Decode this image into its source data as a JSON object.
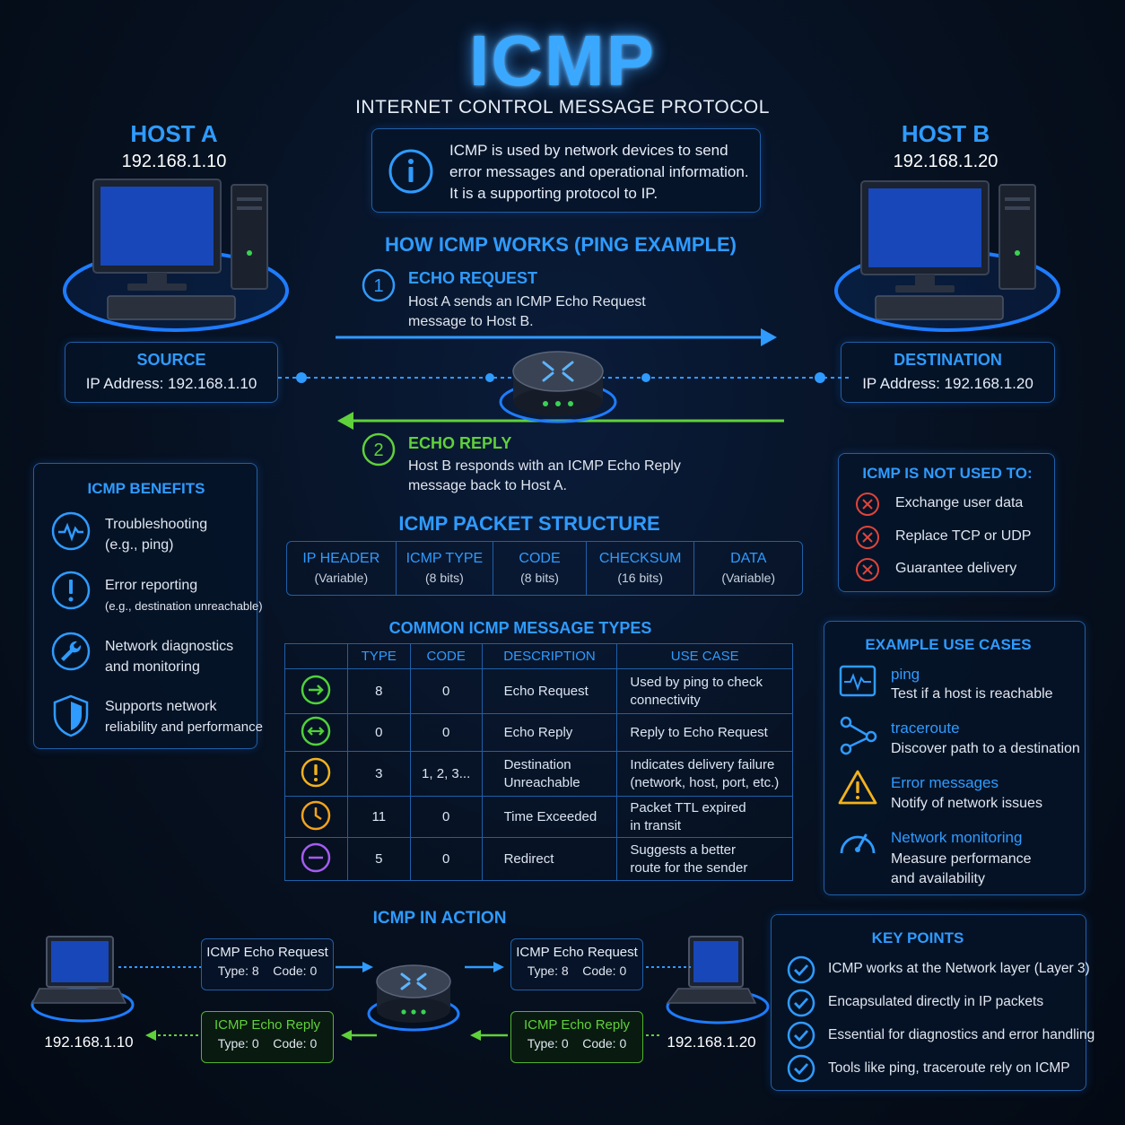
{
  "header": {
    "title": "ICMP",
    "subtitle": "INTERNET CONTROL MESSAGE PROTOCOL"
  },
  "info": {
    "line1": "ICMP is used by network devices to send",
    "line2": "error messages and operational information.",
    "line3": "It is a supporting protocol to IP."
  },
  "host_a": {
    "name": "HOST A",
    "ip": "192.168.1.10",
    "role": "SOURCE",
    "ip_label": "IP Address:  192.168.1.10"
  },
  "host_b": {
    "name": "HOST B",
    "ip": "192.168.1.20",
    "role": "DESTINATION",
    "ip_label": "IP Address:   192.168.1.20"
  },
  "how": {
    "title": "HOW ICMP WORKS (PING EXAMPLE)",
    "step1": {
      "num": "1",
      "title": "ECHO REQUEST",
      "line1": "Host A sends an ICMP Echo Request",
      "line2": "message to Host B."
    },
    "step2": {
      "num": "2",
      "title": "ECHO REPLY",
      "line1": "Host B responds with an ICMP Echo Reply",
      "line2": "message back to Host A."
    }
  },
  "benefits": {
    "title": "ICMP BENEFITS",
    "items": [
      {
        "icon": "pulse-icon",
        "line1": "Troubleshooting",
        "line2": "(e.g., ping)"
      },
      {
        "icon": "exclamation-icon",
        "line1": "Error reporting",
        "line2": "(e.g., destination unreachable)"
      },
      {
        "icon": "wrench-icon",
        "line1": "Network diagnostics",
        "line2": "and monitoring"
      },
      {
        "icon": "shield-icon",
        "line1": "Supports network",
        "line2": "reliability and performance"
      }
    ]
  },
  "not_used": {
    "title": "ICMP IS NOT USED TO:",
    "items": [
      "Exchange user data",
      "Replace TCP or UDP",
      "Guarantee delivery"
    ]
  },
  "packet": {
    "title": "ICMP PACKET STRUCTURE",
    "fields": [
      {
        "name": "IP HEADER",
        "size": "(Variable)"
      },
      {
        "name": "ICMP TYPE",
        "size": "(8 bits)"
      },
      {
        "name": "CODE",
        "size": "(8 bits)"
      },
      {
        "name": "CHECKSUM",
        "size": "(16 bits)"
      },
      {
        "name": "DATA",
        "size": "(Variable)"
      }
    ]
  },
  "types": {
    "title": "COMMON ICMP MESSAGE TYPES",
    "headers": [
      "TYPE",
      "CODE",
      "DESCRIPTION",
      "USE CASE"
    ],
    "rows": [
      {
        "icon": "arrow-right-icon",
        "color": "#4fd13a",
        "type": "8",
        "code": "0",
        "desc1": "Echo Request",
        "desc2": "",
        "use1": "Used by ping to check",
        "use2": "connectivity"
      },
      {
        "icon": "arrows-both-icon",
        "color": "#4fd13a",
        "type": "0",
        "code": "0",
        "desc1": "Echo Reply",
        "desc2": "",
        "use1": "Reply to Echo Request",
        "use2": ""
      },
      {
        "icon": "exclamation-icon",
        "color": "#f2b21d",
        "type": "3",
        "code": "1, 2, 3...",
        "desc1": "Destination",
        "desc2": "Unreachable",
        "use1": "Indicates delivery failure",
        "use2": "(network, host, port, etc.)"
      },
      {
        "icon": "clock-icon",
        "color": "#f2a21d",
        "type": "11",
        "code": "0",
        "desc1": "Time Exceeded",
        "desc2": "",
        "use1": "Packet TTL expired",
        "use2": "in transit"
      },
      {
        "icon": "minus-icon",
        "color": "#a45cf0",
        "type": "5",
        "code": "0",
        "desc1": "Redirect",
        "desc2": "",
        "use1": "Suggests a better",
        "use2": "route for the sender"
      }
    ]
  },
  "use_cases": {
    "title": "EXAMPLE USE CASES",
    "items": [
      {
        "icon": "pulse-icon",
        "name": "ping",
        "desc": "Test if a host is reachable",
        "desc2": ""
      },
      {
        "icon": "path-icon",
        "name": "traceroute",
        "desc": "Discover path to a destination",
        "desc2": ""
      },
      {
        "icon": "warning-icon",
        "name": "Error messages",
        "desc": "Notify of network issues",
        "desc2": ""
      },
      {
        "icon": "gauge-icon",
        "name": "Network monitoring",
        "desc": "Measure performance",
        "desc2": "and availability"
      }
    ]
  },
  "action": {
    "title": "ICMP IN ACTION",
    "left_ip": "192.168.1.10",
    "right_ip": "192.168.1.20",
    "req_left": {
      "title": "ICMP Echo Request",
      "detail": "Type: 8    Code: 0"
    },
    "req_right": {
      "title": "ICMP Echo Request",
      "detail": "Type: 8    Code: 0"
    },
    "rep_left": {
      "title": "ICMP Echo Reply",
      "detail": "Type: 0    Code: 0"
    },
    "rep_right": {
      "title": "ICMP Echo Reply",
      "detail": "Type: 0    Code: 0"
    }
  },
  "key_points": {
    "title": "KEY POINTS",
    "items": [
      "ICMP works at the Network layer (Layer 3)",
      "Encapsulated directly in IP packets",
      "Essential for diagnostics and error handling",
      "Tools like ping, traceroute rely on ICMP"
    ]
  },
  "colors": {
    "accent": "#2f9bff",
    "reply": "#5fd13a",
    "error": "#e0443a",
    "warning": "#f2b21d"
  }
}
